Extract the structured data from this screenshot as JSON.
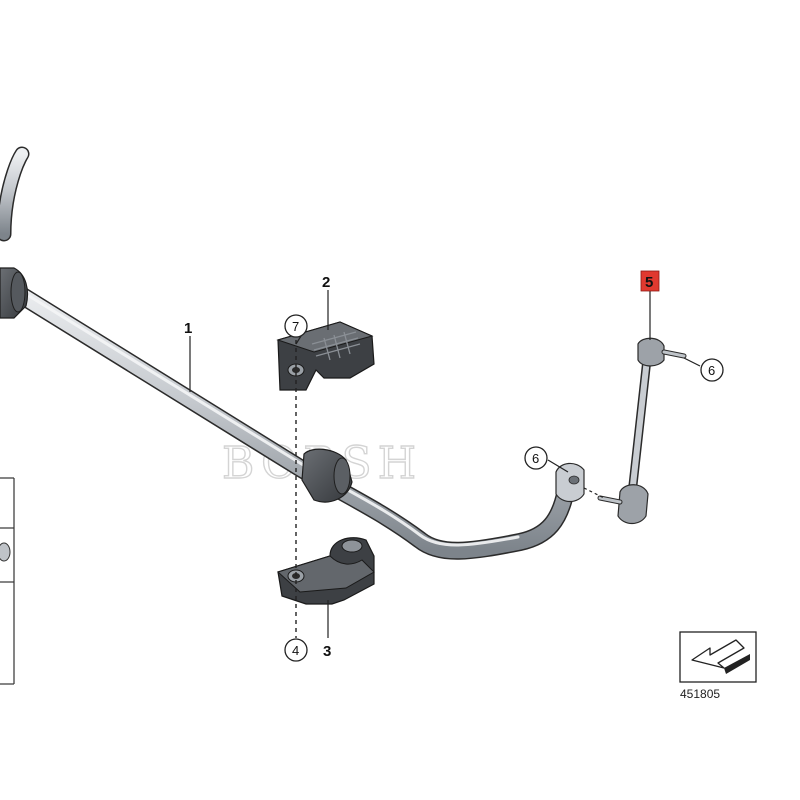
{
  "callouts": {
    "part1": "1",
    "part2": "2",
    "part3": "3",
    "part4": "4",
    "part5": "5",
    "part6_upper": "6",
    "part6_lower": "6",
    "part7": "7"
  },
  "reference": {
    "code": "451805"
  },
  "watermark": "BOBSH",
  "colors": {
    "highlight": "#e0392f",
    "metal_light": "#c9cdd2",
    "metal_dark": "#7d848b",
    "rubber": "#4a4d51",
    "outline": "#2b2b2b"
  }
}
